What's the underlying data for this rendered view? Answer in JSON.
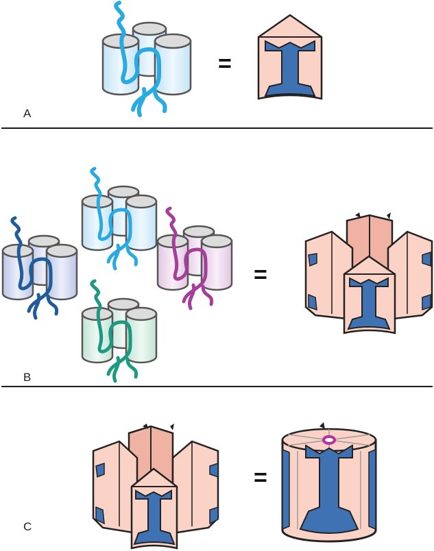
{
  "figure": {
    "panels": [
      {
        "label": "A"
      },
      {
        "label": "B"
      },
      {
        "label": "C"
      }
    ],
    "equals_sign": "=",
    "colors": {
      "divider": "#1a1a1a",
      "outline": "#555555",
      "cylinder_top": "#dcdcdc",
      "wedge_fill": "#fbd3c6",
      "wedge_shade": "#f0b3a3",
      "wedge_side": "#f6c2b4",
      "channel_blue": "#3f72b3",
      "pore_magenta": "#b62fa0",
      "subunit_light_blue": "#2aaae2",
      "subunit_navy": "#1f5c99",
      "subunit_purple": "#a43e98",
      "subunit_teal": "#1b9a80",
      "body_light_blue": "#cde8f7",
      "body_navy": "#c8cfea",
      "body_purple": "#e9d4ea",
      "body_teal": "#cde9df"
    }
  }
}
